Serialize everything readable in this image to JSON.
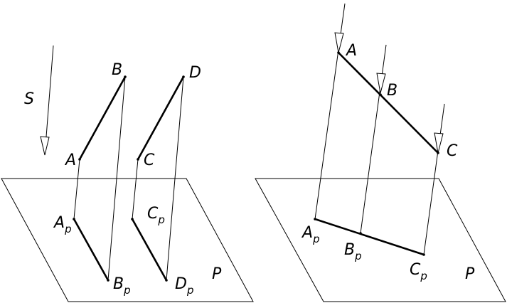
{
  "left_diagram": {
    "direction_label": "S",
    "plane_label": "P",
    "points": {
      "A": "A",
      "B": "B",
      "C": "C",
      "D": "D"
    },
    "projections": {
      "A": {
        "base": "A",
        "sub": "p"
      },
      "B": {
        "base": "B",
        "sub": "p"
      },
      "C": {
        "base": "C",
        "sub": "p"
      },
      "D": {
        "base": "D",
        "sub": "p"
      }
    }
  },
  "right_diagram": {
    "plane_label": "P",
    "points": {
      "A": "A",
      "B": "B",
      "C": "C"
    },
    "projections": {
      "A": {
        "base": "A",
        "sub": "p"
      },
      "B": {
        "base": "B",
        "sub": "p"
      },
      "C": {
        "base": "C",
        "sub": "p"
      }
    }
  }
}
